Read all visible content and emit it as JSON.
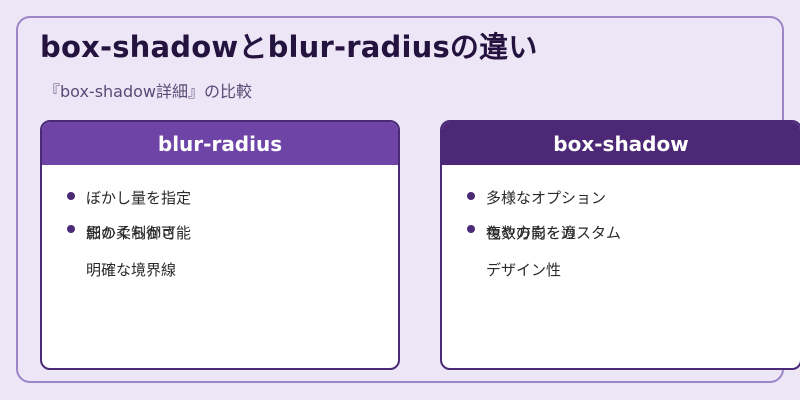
{
  "title": "box-shadowとblur-radiusの違い",
  "subtitle": "『box-shadow詳細』の比較",
  "cards": [
    {
      "header": "blur-radius",
      "items": [
        "ぼかし量を指定",
        "影の柔らかさ",
        "細かく制御可能",
        "明確な境界線"
      ]
    },
    {
      "header": "box-shadow",
      "items": [
        "多様なオプション",
        "色や方向をカスタム",
        "複数の影を適",
        "デザイン性"
      ]
    }
  ],
  "colors": {
    "background": "#ece6f5",
    "frame_border": "#9b86c8",
    "title": "#24123f",
    "left_header": "#6e44a6",
    "right_header": "#4d2877",
    "bullet": "#4b2a78"
  }
}
